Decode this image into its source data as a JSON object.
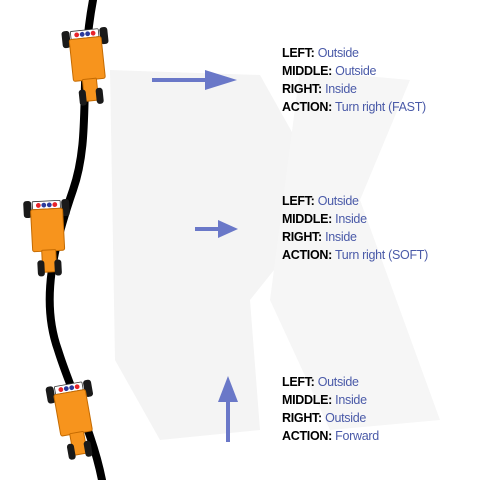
{
  "colors": {
    "track": "#000000",
    "robot_body": "#f7941d",
    "robot_outline": "#c46a00",
    "wheel": "#1a1a1a",
    "sensor_red": "#e8232a",
    "sensor_blue": "#2b3a9c",
    "arrow": "#6a78c8",
    "value_text": "#4a5aa8",
    "watermark": "#f4f4f4"
  },
  "icons": [
    "robot-icon",
    "right-arrow-icon",
    "up-arrow-icon"
  ],
  "panels": [
    {
      "left_label": "LEFT:",
      "left_value": "Outside",
      "middle_label": "MIDDLE:",
      "middle_value": "Outside",
      "right_label": "RIGHT:",
      "right_value": "Inside",
      "action_label": "ACTION:",
      "action_value": "Turn right (FAST)"
    },
    {
      "left_label": "LEFT:",
      "left_value": "Outside",
      "middle_label": "MIDDLE:",
      "middle_value": "Inside",
      "right_label": "RIGHT:",
      "right_value": "Inside",
      "action_label": "ACTION:",
      "action_value": "Turn right (SOFT)"
    },
    {
      "left_label": "LEFT:",
      "left_value": "Outside",
      "middle_label": "MIDDLE:",
      "middle_value": "Inside",
      "right_label": "RIGHT:",
      "right_value": "Outside",
      "action_label": "ACTION:",
      "action_value": "Forward"
    }
  ]
}
